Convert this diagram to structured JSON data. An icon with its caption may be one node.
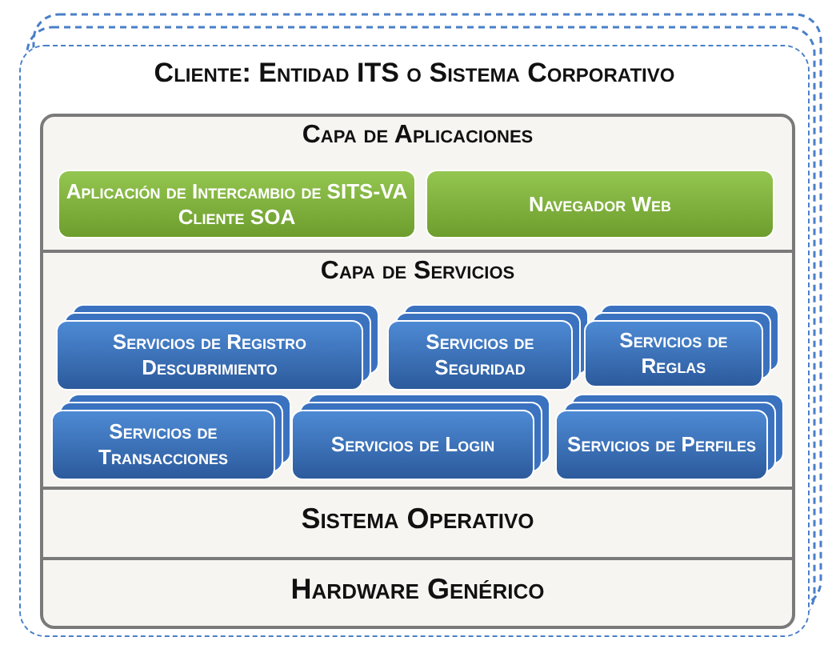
{
  "diagram": {
    "nodes": [
      {
        "text": [
          "Cliente: Entidad ITS o Sistema Corporativo"
        ]
      },
      {
        "text": [
          "Capa de Aplicaciones"
        ],
        "in": 0
      },
      {
        "text": [
          "Aplicación de Intercambio de SITS-VA Cliente SOA"
        ],
        "in": 1
      },
      {
        "text": [
          "Navegador Web"
        ],
        "in": 1
      },
      {
        "text": [
          "Capa de Servicios"
        ],
        "in": 0
      },
      {
        "text": [
          "Servicios de Registro Descubrimiento"
        ],
        "in": 4
      },
      {
        "text": [
          "Servicios de Seguridad"
        ],
        "in": 4
      },
      {
        "text": [
          "Servicios de Reglas"
        ],
        "in": 4
      },
      {
        "text": [
          "Servicios de Transacciones"
        ],
        "in": 4
      },
      {
        "text": [
          "Servicios de Login"
        ],
        "in": 4
      },
      {
        "text": [
          "Servicios de Perfiles"
        ],
        "in": 4
      },
      {
        "text": [
          "Sistema Operativo"
        ],
        "in": 0
      },
      {
        "text": [
          "Hardware Genérico"
        ],
        "in": 0
      }
    ],
    "edges": []
  }
}
